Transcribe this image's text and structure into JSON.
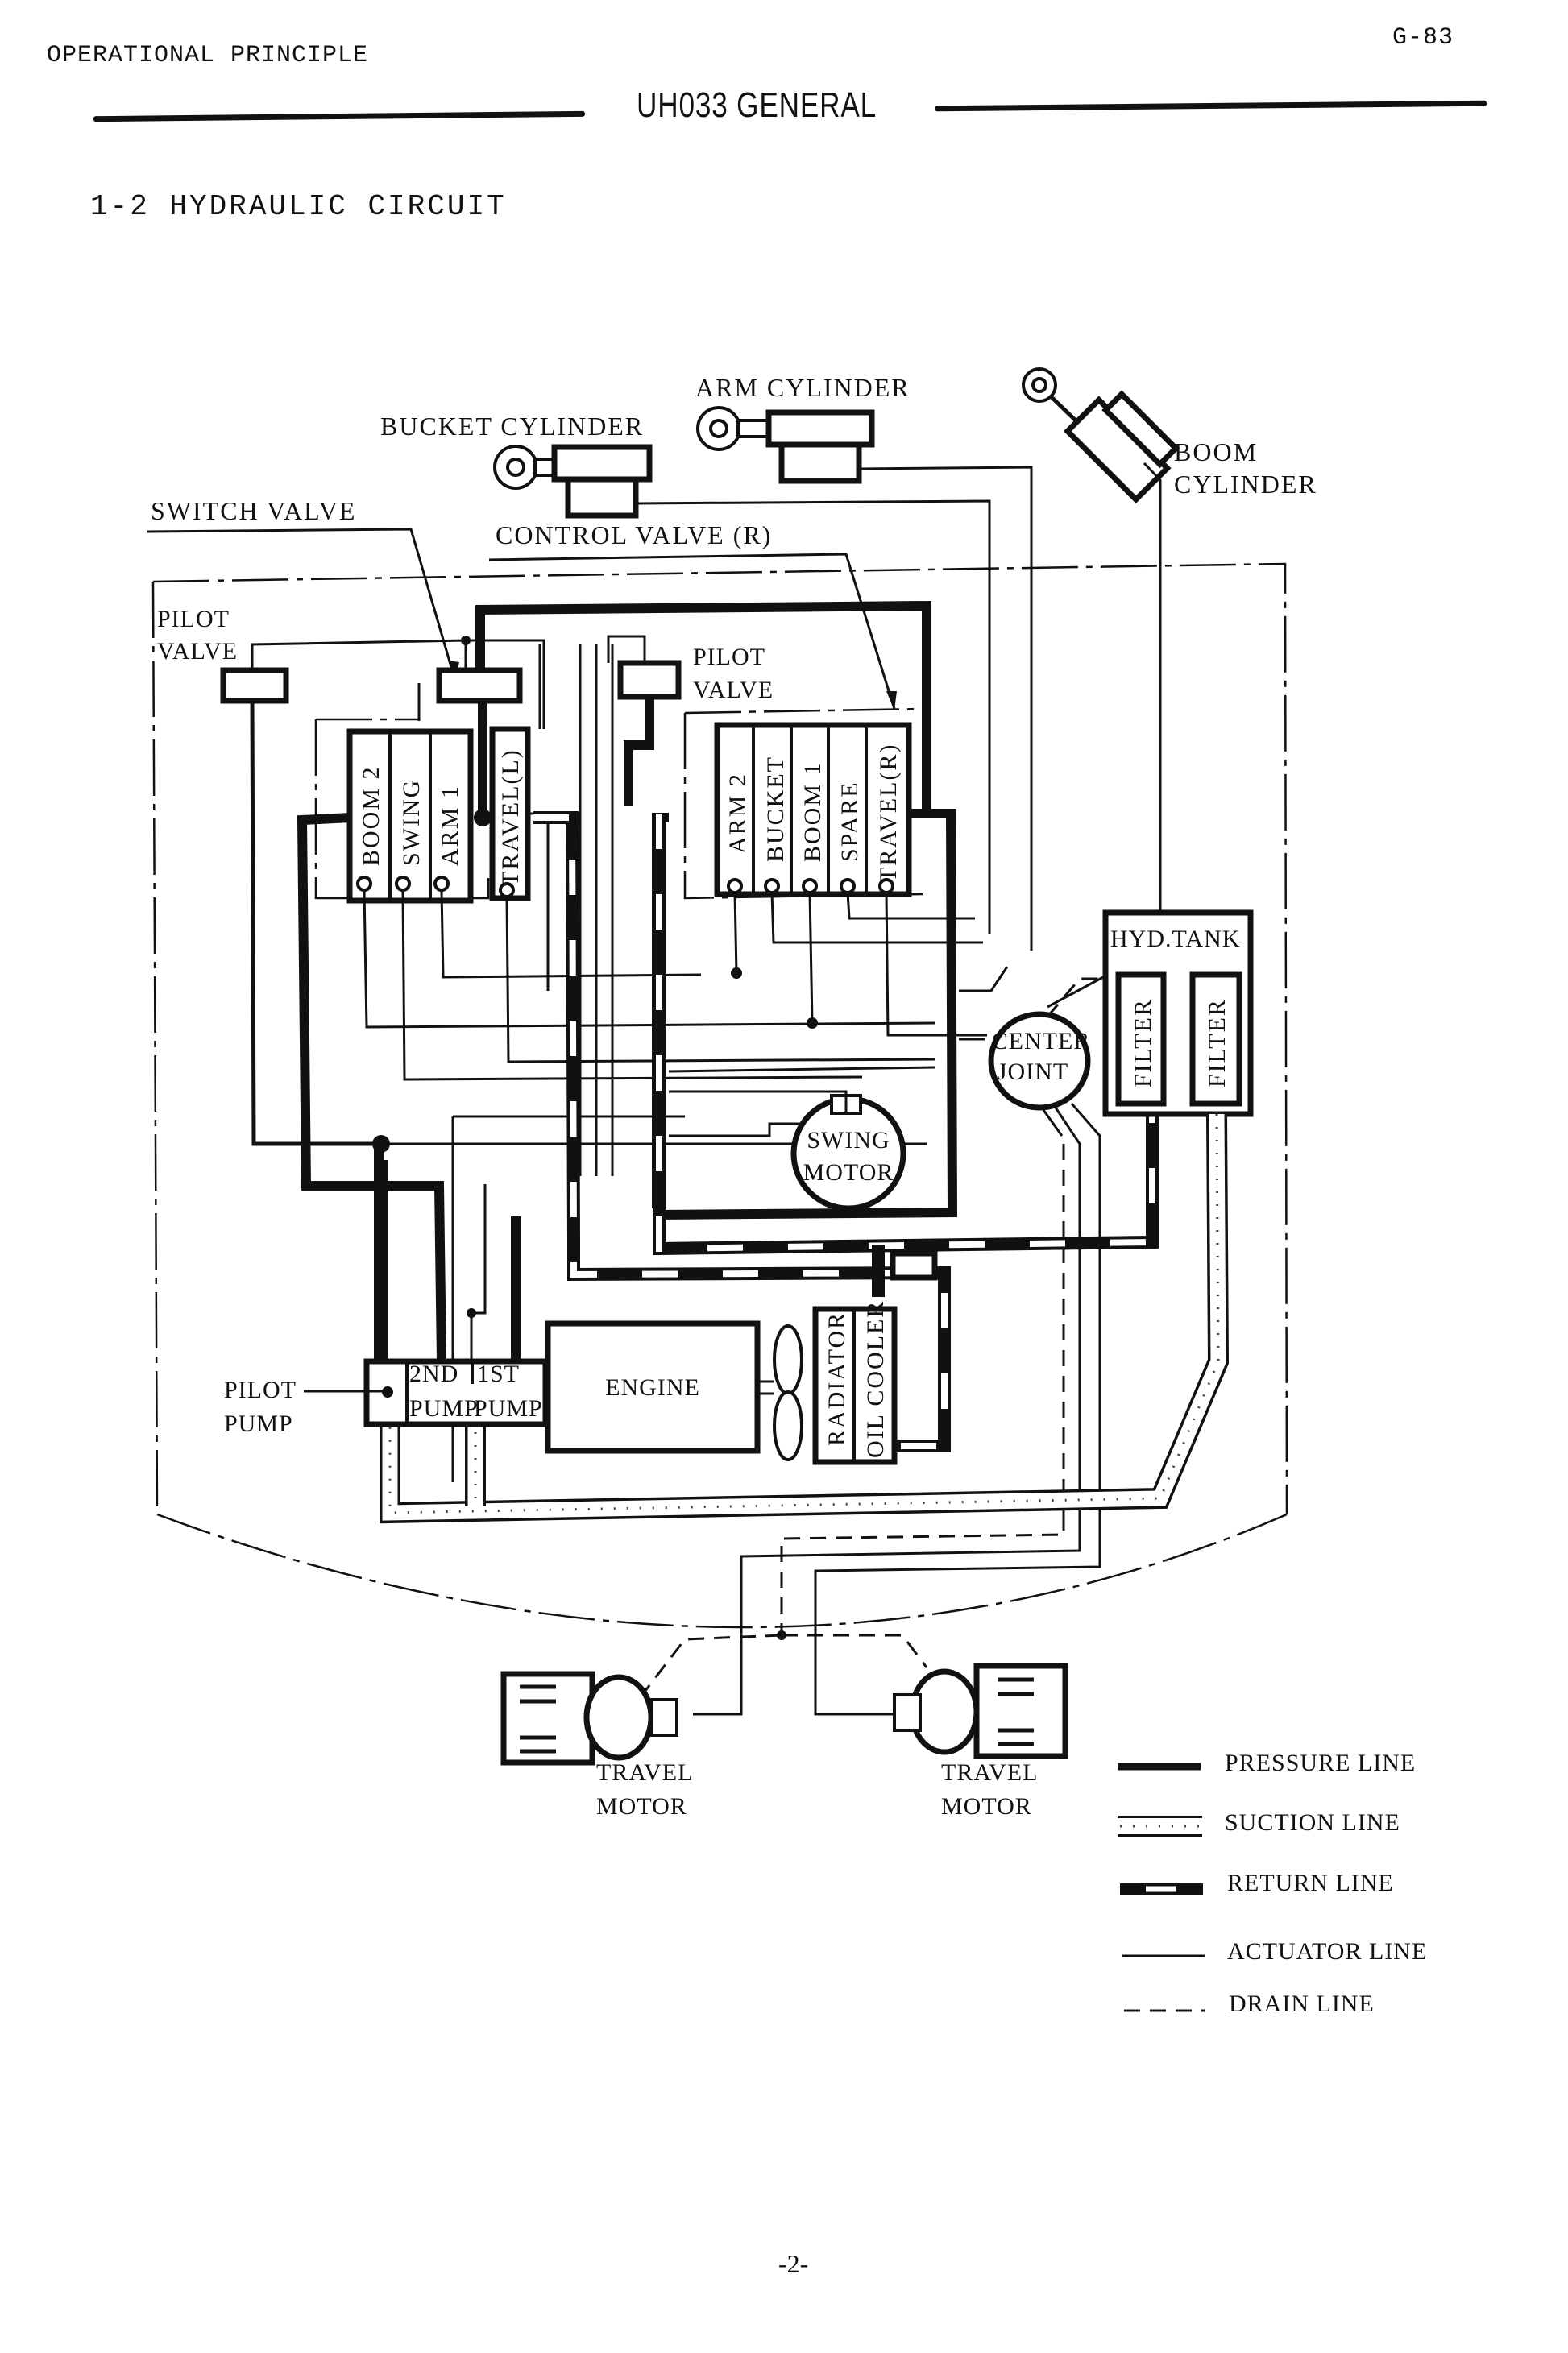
{
  "header": {
    "section": "OPERATIONAL PRINCIPLE",
    "page_code": "G-83",
    "title": "UH033 GENERAL"
  },
  "subtitle": "1-2 HYDRAULIC CIRCUIT",
  "diagram": {
    "labels": {
      "bucket_cylinder": "BUCKET CYLINDER",
      "arm_cylinder": "ARM CYLINDER",
      "boom_cylinder_1": "BOOM",
      "boom_cylinder_2": "CYLINDER",
      "switch_valve": "SWITCH VALVE",
      "control_valve_r": "CONTROL VALVE (R)",
      "pilot_valve_left_1": "PILOT",
      "pilot_valve_left_2": "VALVE",
      "pilot_valve_right_1": "PILOT",
      "pilot_valve_right_2": "VALVE",
      "hyd_tank": "HYD.TANK",
      "filter_1": "FILTER",
      "filter_2": "FILTER",
      "center_joint_1": "CENTER",
      "center_joint_2": "JOINT",
      "swing_motor_1": "SWING",
      "swing_motor_2": "MOTOR",
      "pilot_pump_1": "PILOT",
      "pilot_pump_2": "PUMP",
      "pump_2nd_1": "2ND",
      "pump_2nd_2": "PUMP",
      "pump_1st_1": "1ST",
      "pump_1st_2": "PUMP",
      "engine": "ENGINE",
      "radiator": "RADIATOR",
      "oil_cooler": "OIL COOLER",
      "travel_motor_left_1": "TRAVEL",
      "travel_motor_left_2": "MOTOR",
      "travel_motor_right_1": "TRAVEL",
      "travel_motor_right_2": "MOTOR"
    },
    "control_valve_left_sections": [
      "BOOM 2",
      "SWING",
      "ARM 1"
    ],
    "travel_left_section": "TRAVEL(L)",
    "control_valve_right_sections": [
      "ARM 2",
      "BUCKET",
      "BOOM 1",
      "SPARE",
      "TRAVEL(R)"
    ]
  },
  "legend": [
    {
      "type": "pressure",
      "label": "PRESSURE LINE"
    },
    {
      "type": "suction",
      "label": "SUCTION LINE"
    },
    {
      "type": "return",
      "label": "RETURN LINE"
    },
    {
      "type": "actuator",
      "label": "ACTUATOR LINE"
    },
    {
      "type": "drain",
      "label": "DRAIN LINE"
    }
  ],
  "footer": {
    "page_number": "-2-"
  }
}
